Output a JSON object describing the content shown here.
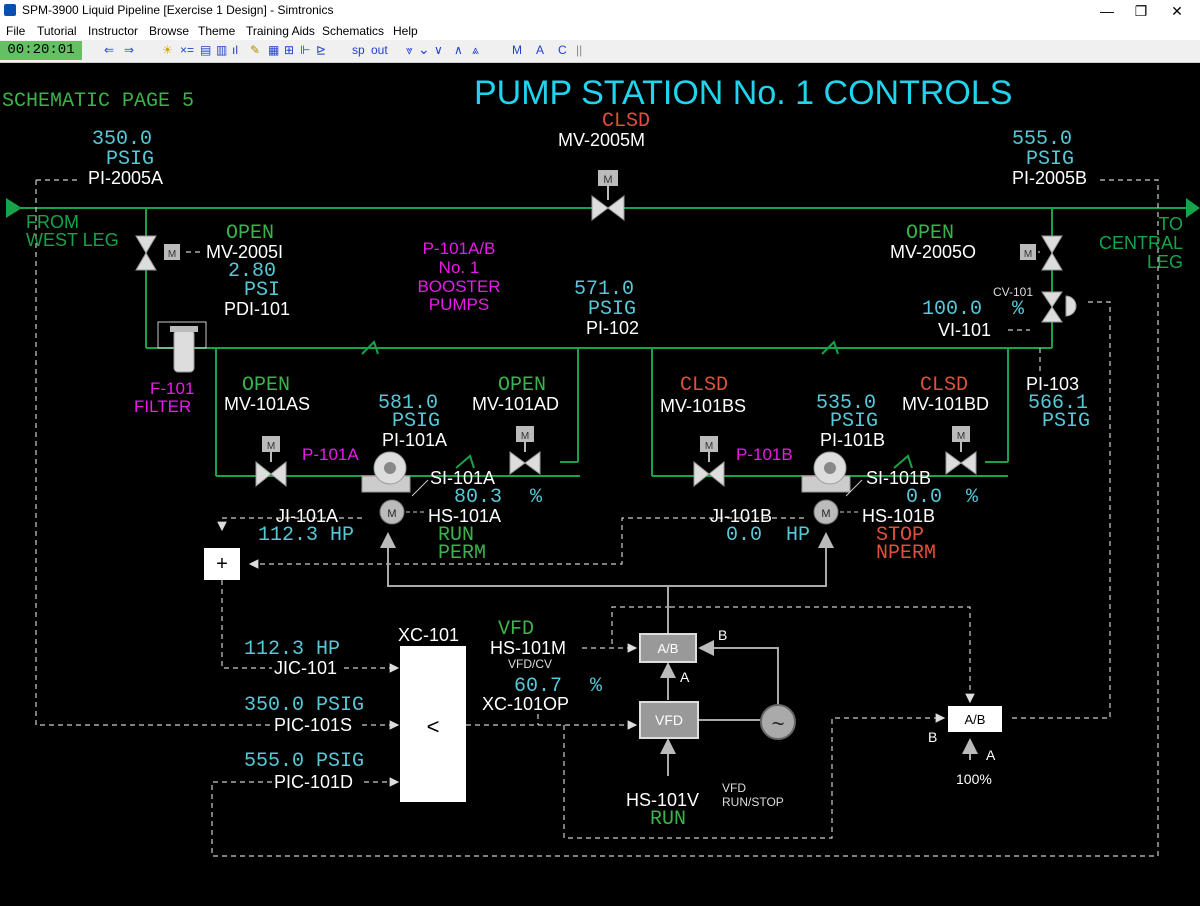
{
  "window": {
    "title": "SPM-3900 Liquid Pipeline [Exercise 1 Design] - Simtronics",
    "minimize": "—",
    "maximize": "❐",
    "close": "✕"
  },
  "menu": [
    "File",
    "Tutorial",
    "Instructor",
    "Browse",
    "Theme",
    "Training Aids",
    "Schematics",
    "Help"
  ],
  "toolbar": {
    "clock": "00:20:01",
    "sp": "sp",
    "out": "out",
    "m": "M",
    "a": "A",
    "c": "C"
  },
  "schematic": {
    "page_label": "SCHEMATIC PAGE 5",
    "title": "PUMP STATION No. 1 CONTROLS",
    "from_label_1": "FROM",
    "from_label_2": "WEST LEG",
    "to_label_1": "TO",
    "to_label_2": "CENTRAL",
    "to_label_3": "LEG",
    "pi2005a": {
      "value": "350.0",
      "unit": "PSIG",
      "tag": "PI-2005A"
    },
    "pi2005b": {
      "value": "555.0",
      "unit": "PSIG",
      "tag": "PI-2005B"
    },
    "mv2005m": {
      "status": "CLSD",
      "tag": "MV-2005M",
      "m": "M"
    },
    "mv2005i": {
      "status": "OPEN",
      "tag": "MV-2005I",
      "m": "M"
    },
    "mv2005o": {
      "status": "OPEN",
      "tag": "MV-2005O",
      "m": "M"
    },
    "pdi101": {
      "value": "2.80",
      "unit": "PSI",
      "tag": "PDI-101"
    },
    "pumps_label": [
      "P-101A/B",
      "No. 1",
      "BOOSTER",
      "PUMPS"
    ],
    "pi102": {
      "value": "571.0",
      "unit": "PSIG",
      "tag": "PI-102"
    },
    "cv101": {
      "tag": "CV-101",
      "value": "100.0",
      "unit": "%",
      "vi_tag": "VI-101"
    },
    "filter": {
      "tag": "F-101",
      "label": "FILTER"
    },
    "pi103": {
      "tag": "PI-103",
      "value": "566.1",
      "unit": "PSIG"
    },
    "mv101as": {
      "status": "OPEN",
      "tag": "MV-101AS",
      "m": "M"
    },
    "mv101ad": {
      "status": "OPEN",
      "tag": "MV-101AD",
      "m": "M"
    },
    "mv101bs": {
      "status": "CLSD",
      "tag": "MV-101BS",
      "m": "M"
    },
    "mv101bd": {
      "status": "CLSD",
      "tag": "MV-101BD",
      "m": "M"
    },
    "p101a": {
      "tag": "P-101A",
      "pi_value": "581.0",
      "pi_unit": "PSIG",
      "pi_tag": "PI-101A",
      "si_tag": "SI-101A",
      "si_value": "80.3",
      "si_unit": "%",
      "ji_tag": "JI-101A",
      "ji_value": "112.3",
      "ji_unit": "HP",
      "hs_tag": "HS-101A",
      "hs_state": "RUN",
      "hs_perm": "PERM",
      "motor": "M"
    },
    "p101b": {
      "tag": "P-101B",
      "pi_value": "535.0",
      "pi_unit": "PSIG",
      "pi_tag": "PI-101B",
      "si_tag": "SI-101B",
      "si_value": "0.0",
      "si_unit": "%",
      "ji_tag": "JI-101B",
      "ji_value": "0.0",
      "ji_unit": "HP",
      "hs_tag": "HS-101B",
      "hs_state": "STOP",
      "hs_perm": "NPERM",
      "motor": "M"
    },
    "sum_block": "+",
    "jic101": {
      "value": "112.3 HP",
      "tag": "JIC-101"
    },
    "pic101s": {
      "value": "350.0 PSIG",
      "tag": "PIC-101S"
    },
    "pic101d": {
      "value": "555.0 PSIG",
      "tag": "PIC-101D"
    },
    "xc101": {
      "tag": "XC-101",
      "symbol": "<"
    },
    "hs101m": {
      "state": "VFD",
      "tag": "HS-101M",
      "sub": "VFD/CV"
    },
    "xc101op": {
      "value": "60.7",
      "unit": "%",
      "tag": "XC-101OP"
    },
    "ab_left": {
      "label": "A/B",
      "a": "A",
      "b": "B"
    },
    "vfd": {
      "label": "VFD",
      "ac": "~"
    },
    "hs101v": {
      "tag": "HS-101V",
      "sub1": "VFD",
      "sub2": "RUN/STOP",
      "state": "RUN"
    },
    "ab_right": {
      "label": "A/B",
      "a": "A",
      "b": "B",
      "pct": "100%"
    }
  },
  "colors": {
    "cyan": "#56c8d8",
    "green": "#3cb34a",
    "pipe": "#16a34a",
    "red": "#e0503c",
    "magenta": "#e81ce8",
    "white": "#ffffff",
    "title": "#22d3ee"
  }
}
